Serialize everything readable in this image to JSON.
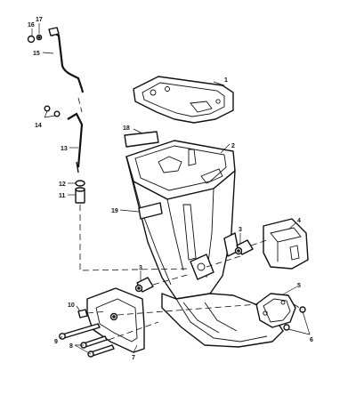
{
  "callouts": {
    "c1": "1",
    "c2": "2",
    "c3a": "3",
    "c3b": "3",
    "c4": "4",
    "c5": "5",
    "c6": "6",
    "c7": "7",
    "c8": "8",
    "c9": "9",
    "c10": "10",
    "c11": "11",
    "c12": "12",
    "c13": "13",
    "c14": "14",
    "c15": "15",
    "c16": "16",
    "c17": "17",
    "c18": "18",
    "c19": "19"
  }
}
